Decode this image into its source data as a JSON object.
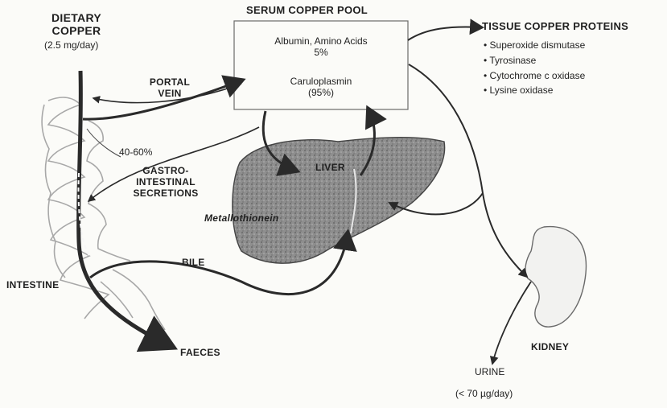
{
  "labels": {
    "dietary_copper_line1": "DIETARY",
    "dietary_copper_line2": "COPPER",
    "dietary_copper_amount": "(2.5 mg/day)",
    "serum_pool_title": "SERUM COPPER POOL",
    "albumin": "Albumin, Amino Acids",
    "albumin_pct": "5%",
    "ceruloplasmin": "Caruloplasmin",
    "ceruloplasmin_pct": "(95%)",
    "portal_vein_line1": "PORTAL",
    "portal_vein_line2": "VEIN",
    "absorption_pct": "40-60%",
    "gi_line1": "GASTRO-",
    "gi_line2": "INTESTINAL",
    "gi_line3": "SECRETIONS",
    "liver": "LIVER",
    "metallothionein": "Metallothionein",
    "bile": "BILE",
    "intestine": "INTESTINE",
    "faeces": "FAECES",
    "tissue_title": "TISSUE COPPER PROTEINS",
    "tissue_items": [
      "Superoxide dismutase",
      "Tyrosinase",
      "Cytochrome c oxidase",
      "Lysine oxidase"
    ],
    "kidney": "KIDNEY",
    "urine": "URINE",
    "urine_amount": "(< 70 µg/day)"
  }
}
